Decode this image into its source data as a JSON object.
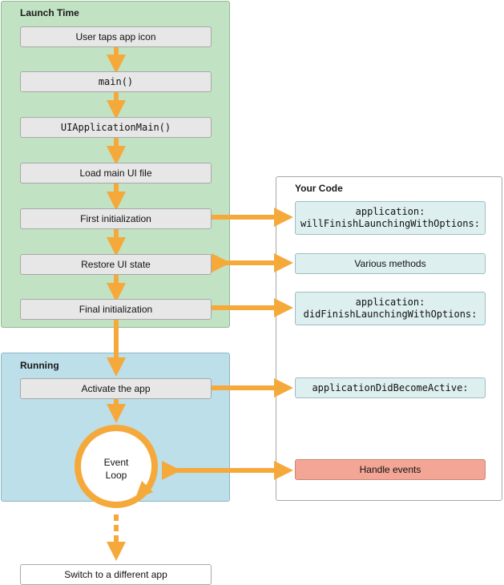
{
  "panels": {
    "launch_time": "Launch Time",
    "running": "Running",
    "your_code": "Your Code"
  },
  "steps": {
    "tap": "User taps app icon",
    "main": "main()",
    "uiapp": "UIApplicationMain()",
    "load_ui": "Load main UI file",
    "first_init": "First initialization",
    "restore": "Restore UI state",
    "final_init": "Final initialization",
    "activate": "Activate the app",
    "event_loop_line1": "Event",
    "event_loop_line2": "Loop",
    "switch": "Switch to a different app"
  },
  "code": {
    "will_finish_line1": "application:",
    "will_finish_line2": "willFinishLaunchingWithOptions:",
    "various": "Various methods",
    "did_finish_line1": "application:",
    "did_finish_line2": "didFinishLaunchingWithOptions:",
    "did_become_active": "applicationDidBecomeActive:",
    "handle_events": "Handle events"
  },
  "colors": {
    "launch_panel": "#c2e2c4",
    "running_panel": "#bcdfea",
    "arrow": "#f6a93b",
    "code_box": "#deeff0",
    "events_box": "#f3a696"
  }
}
